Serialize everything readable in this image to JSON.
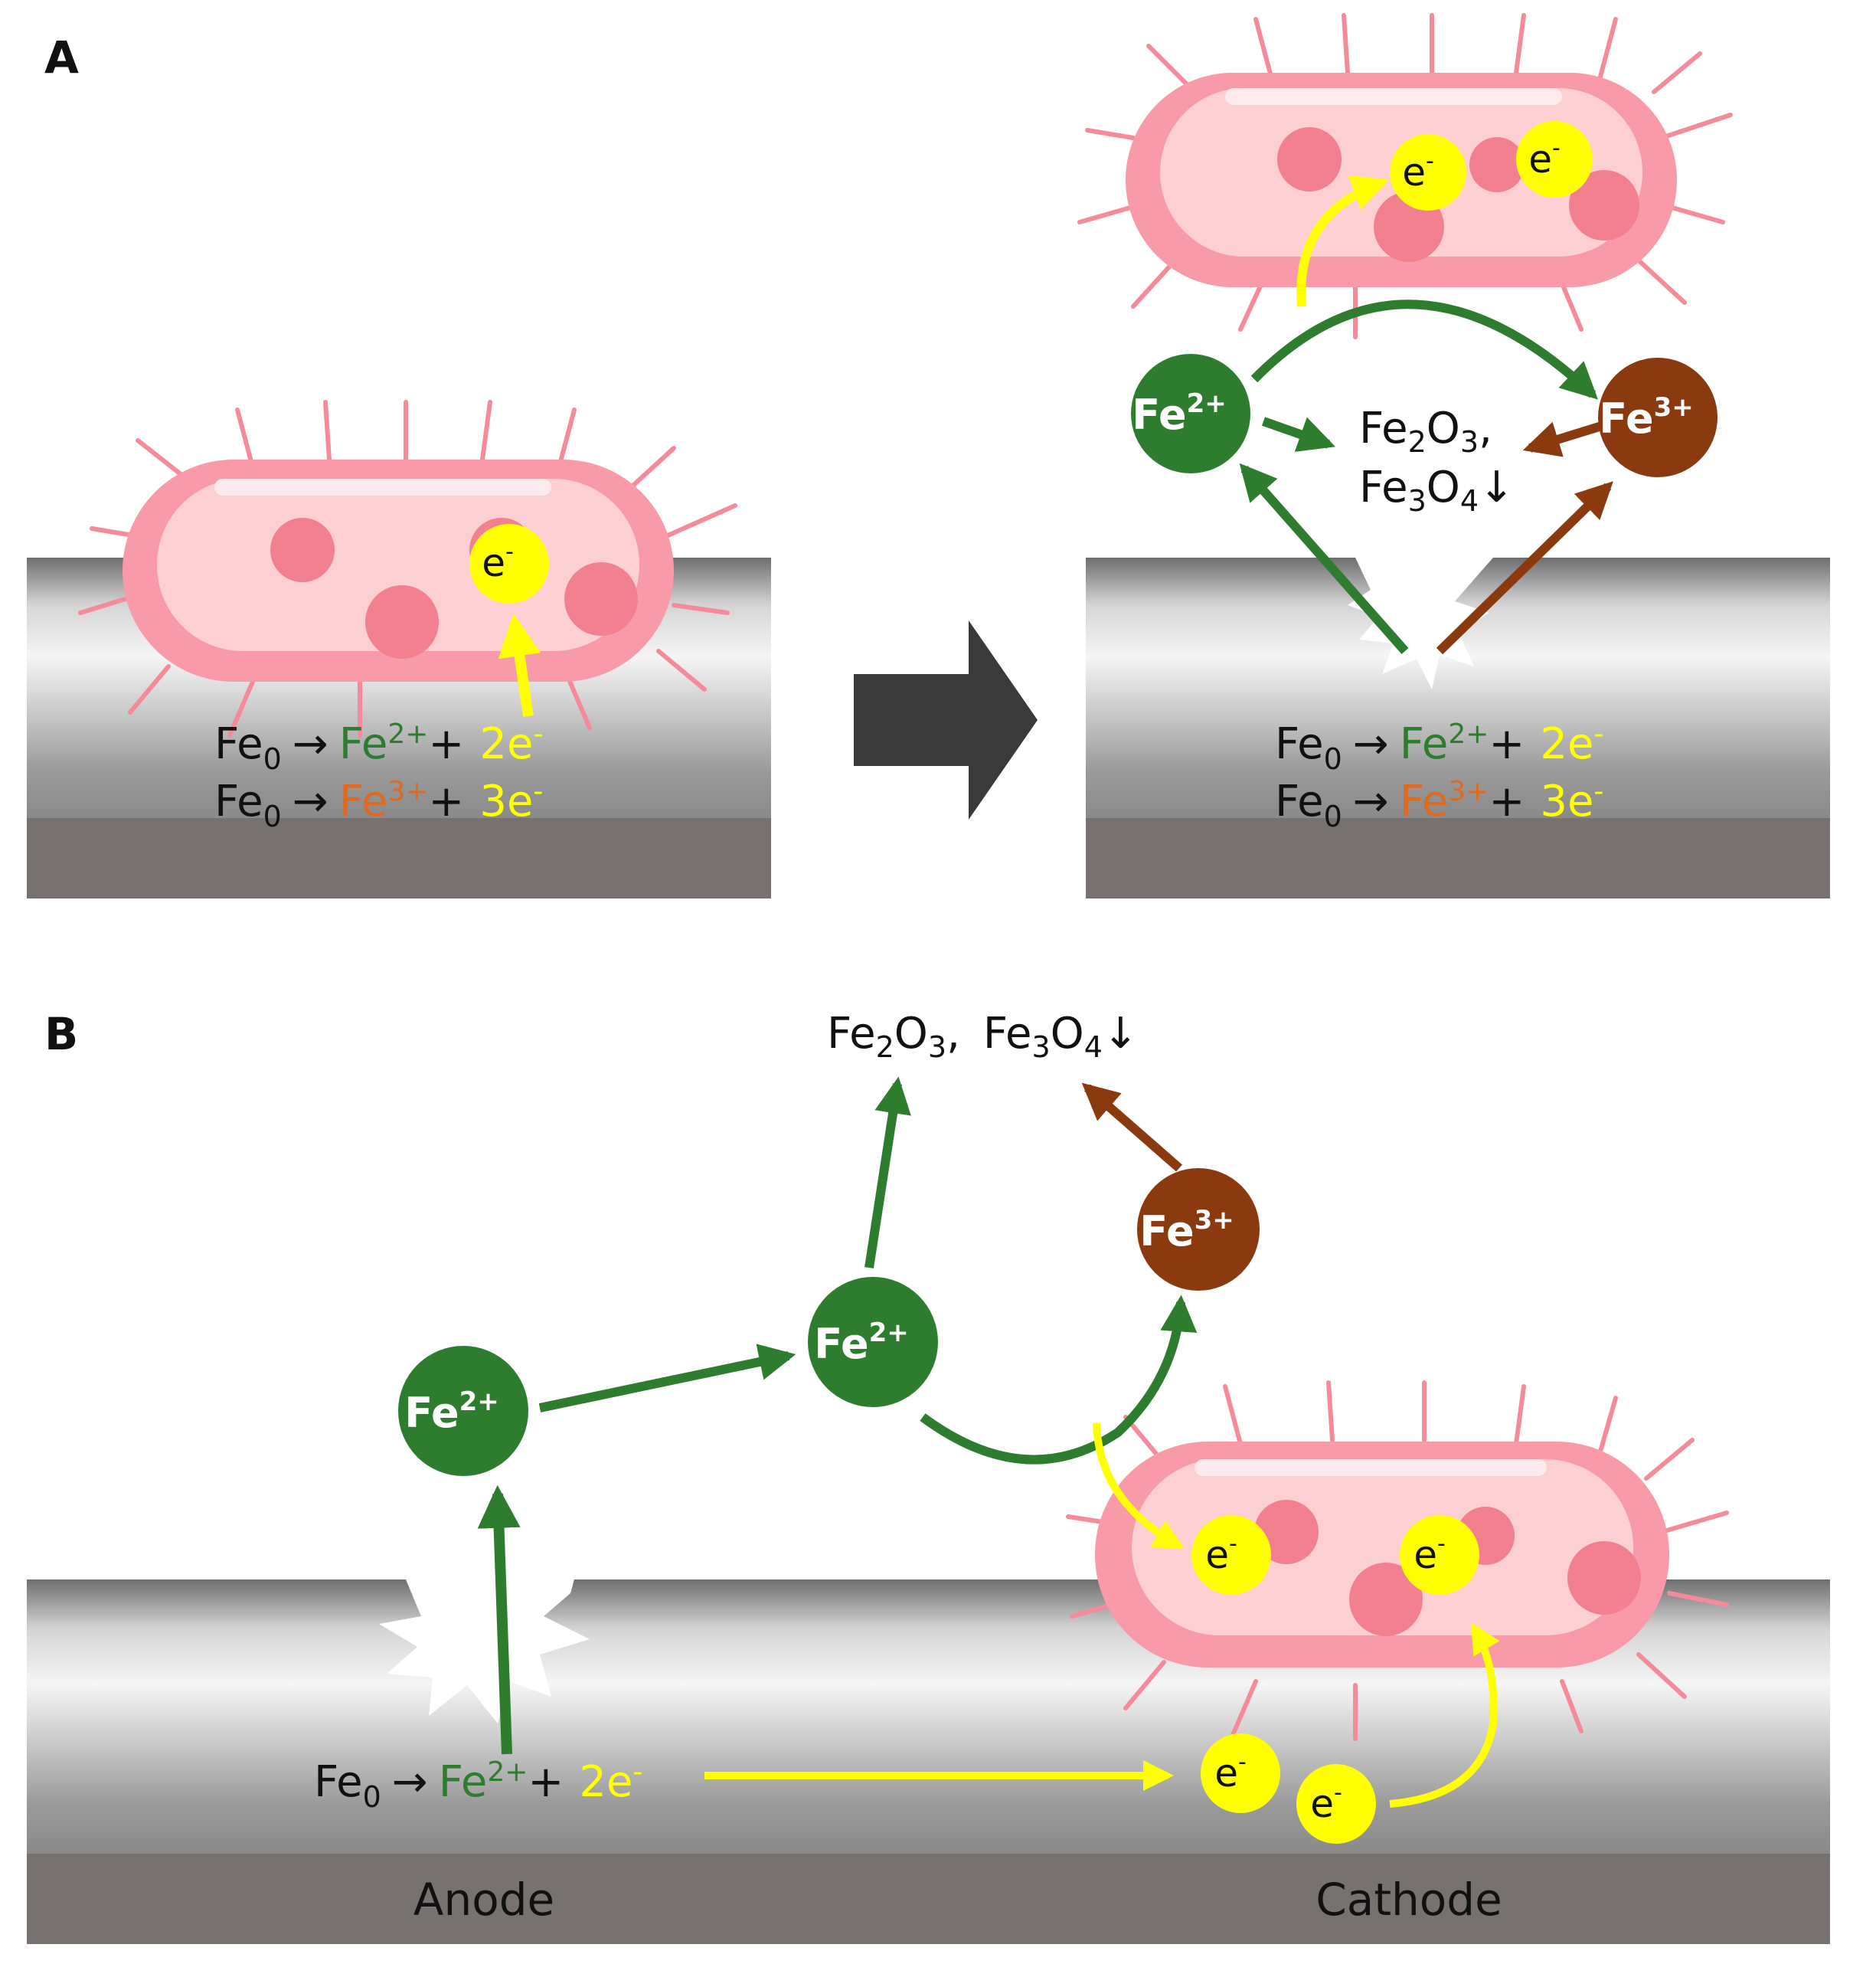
{
  "colors": {
    "fe2": "#2e7d2e",
    "fe3": "#8b3a0f",
    "fe3_text": "#e06a1f",
    "electron": "#ffff00",
    "bacteria": "#f99aa8",
    "bacteria_inner": "#fccfd3",
    "spot": "#f2808f",
    "block_arrow": "#3a3a3a"
  },
  "panels": {
    "a_label": "A",
    "b_label": "B"
  },
  "equations": {
    "fe_zero_base": "Fe",
    "fe_zero_sub": "0",
    "arrow": "→",
    "fe2_text": "Fe",
    "fe2_sup": "2+",
    "fe3_text": "Fe",
    "fe3_sup": "3+",
    "plus": "+",
    "two_e": "2e",
    "three_e": "3e",
    "e_minus_sup": "-"
  },
  "ions": {
    "fe_base": "Fe",
    "fe2_sup": "2+",
    "fe3_sup": "3+"
  },
  "electron": {
    "base": "e",
    "sup": "-"
  },
  "products": {
    "fe_base": "Fe",
    "o_base": "O",
    "fe2o3_sub_fe": "2",
    "fe2o3_sub_o": "3",
    "fe3o4_sub_fe": "3",
    "fe3o4_sub_o": "4",
    "comma": ",",
    "down_arrow": "↓"
  },
  "electrodes": {
    "anode": "Anode",
    "cathode": "Cathode"
  }
}
